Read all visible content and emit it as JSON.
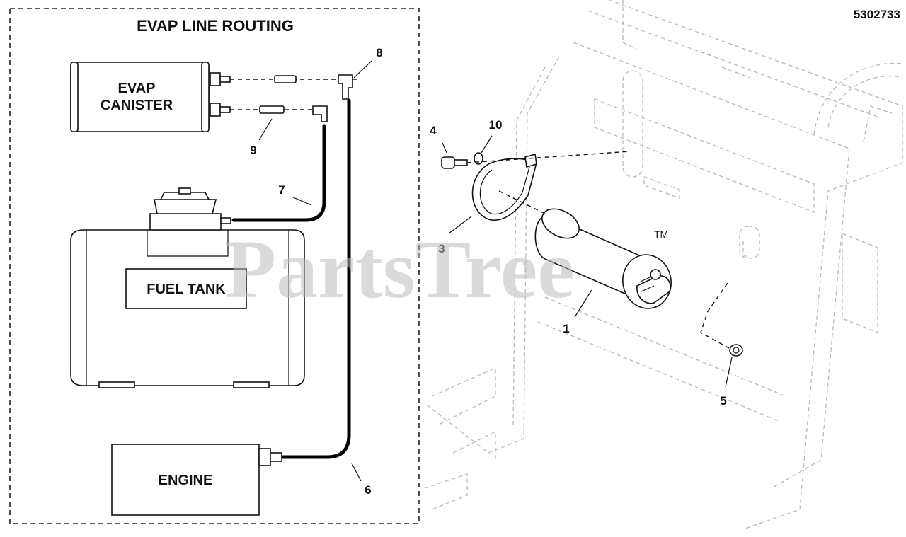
{
  "diagram": {
    "part_number": "5302733",
    "routing_title": "EVAP LINE ROUTING",
    "components": {
      "evap_canister": {
        "line1": "EVAP",
        "line2": "CANISTER"
      },
      "fuel_tank": "FUEL TANK",
      "engine": "ENGINE"
    },
    "callouts": [
      "1",
      "3",
      "4",
      "5",
      "6",
      "7",
      "8",
      "9",
      "10"
    ],
    "watermark": {
      "text": "PartsTree",
      "mark": "TM"
    }
  }
}
